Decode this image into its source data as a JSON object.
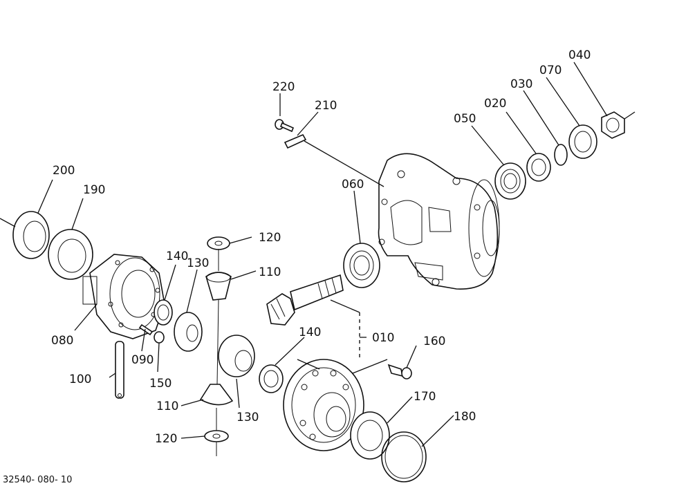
{
  "diagram": {
    "labels": {
      "p010": "010",
      "p020": "020",
      "p030": "030",
      "p040": "040",
      "p050": "050",
      "p060": "060",
      "p070": "070",
      "p080": "080",
      "p090": "090",
      "p100": "100",
      "p110_top": "110",
      "p110_bottom": "110",
      "p120_top": "120",
      "p120_bottom": "120",
      "p130_top": "130",
      "p130_bottom": "130",
      "p140_left": "140",
      "p140_mid": "140",
      "p150": "150",
      "p160": "160",
      "p170": "170",
      "p180": "180",
      "p190": "190",
      "p200": "200",
      "p210": "210",
      "p220": "220"
    },
    "footer_code": "32540- 080- 10"
  }
}
